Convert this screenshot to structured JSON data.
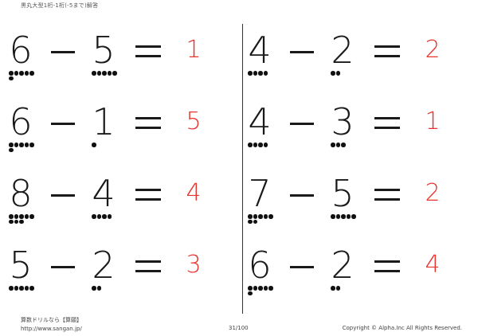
{
  "header": {
    "title": "黒丸大型1桁-1桁(-5まで)解答"
  },
  "problems": [
    {
      "a": "6",
      "b": "5",
      "answer": "1",
      "dots_a": 6,
      "dots_b": 5
    },
    {
      "a": "6",
      "b": "1",
      "answer": "5",
      "dots_a": 6,
      "dots_b": 1
    },
    {
      "a": "8",
      "b": "4",
      "answer": "4",
      "dots_a": 8,
      "dots_b": 4
    },
    {
      "a": "5",
      "b": "2",
      "answer": "3",
      "dots_a": 5,
      "dots_b": 2
    },
    {
      "a": "4",
      "b": "2",
      "answer": "2",
      "dots_a": 4,
      "dots_b": 2
    },
    {
      "a": "4",
      "b": "3",
      "answer": "1",
      "dots_a": 4,
      "dots_b": 3
    },
    {
      "a": "7",
      "b": "5",
      "answer": "2",
      "dots_a": 7,
      "dots_b": 5
    },
    {
      "a": "6",
      "b": "2",
      "answer": "4",
      "dots_a": 6,
      "dots_b": 2
    }
  ],
  "footer": {
    "brand": "算数ドリルなら【算願】",
    "url": "http://www.sangan.jp/",
    "page": "31/100",
    "copyright": "Copyright © Alpha.Inc All Rights Reserved."
  },
  "colors": {
    "answer": "#e8342e",
    "ink": "#1a1a1a"
  }
}
